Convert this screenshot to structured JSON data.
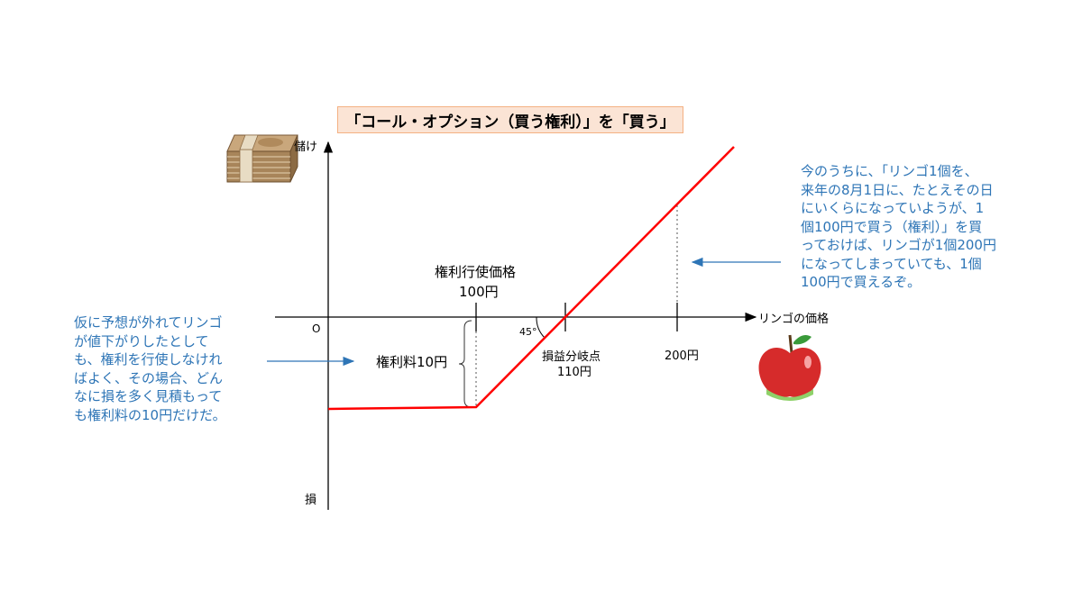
{
  "title": "「コール・オプション（買う権利）」を「買う」",
  "axes": {
    "y_top_label": "儲け",
    "y_bottom_label": "損",
    "x_label": "リンゴの価格",
    "origin_label": "O"
  },
  "labels": {
    "strike_price_title": "権利行使価格",
    "strike_price_value": "100円",
    "premium": "権利料10円",
    "angle": "45°",
    "breakeven_title": "損益分岐点",
    "breakeven_value": "110円",
    "price_200": "200円"
  },
  "notes": {
    "left": [
      "仮に予想が外れてリンゴ",
      "が値下がりしたとして",
      "も、権利を行使しなけれ",
      "ばよく、その場合、どん",
      "なに損を多く見積もって",
      "も権利料の10円だけだ。"
    ],
    "right": [
      "今のうちに、「リンゴ1個を、",
      "来年の8月1日に、たとえその日",
      "にいくらになっていようが、1",
      "個100円で買う（権利）」を買",
      "っておけば、リンゴが1個200円",
      "になってしまっていても、1個",
      "100円で買えるぞ。"
    ]
  },
  "colors": {
    "payoff_line": "#ff0000",
    "note_text": "#2e75b6",
    "title_bg": "#fbe4d5",
    "title_border": "#f4b183"
  },
  "icons": {
    "money": "money-stack-icon",
    "apple": "apple-icon"
  }
}
